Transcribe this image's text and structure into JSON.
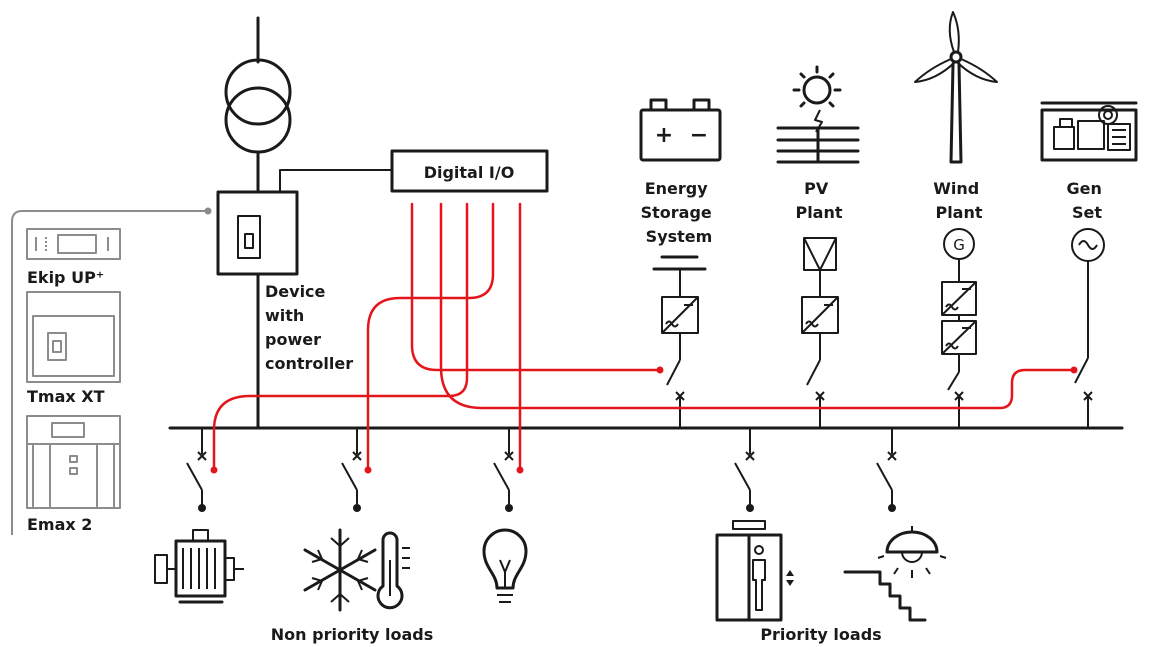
{
  "labels": {
    "digital_io": "Digital I/O",
    "device": [
      "Device",
      "with",
      "power",
      "controller"
    ],
    "ekip": "Ekip UP⁺",
    "tmax": "Tmax XT",
    "emax": "Emax 2",
    "energy_storage": [
      "Energy",
      "Storage",
      "System"
    ],
    "pv_plant": [
      "PV",
      "Plant"
    ],
    "wind_plant": [
      "Wind",
      "Plant"
    ],
    "gen_set": [
      "Gen",
      "Set"
    ],
    "generator_symbol": "G",
    "non_priority_loads": "Non priority loads",
    "priority_loads": "Priority loads",
    "battery_plus": "+",
    "battery_minus": "−"
  },
  "colors": {
    "line": "#1a1a1a",
    "control_signal": "#e3161b",
    "device_outline": "#8c8c8c"
  }
}
